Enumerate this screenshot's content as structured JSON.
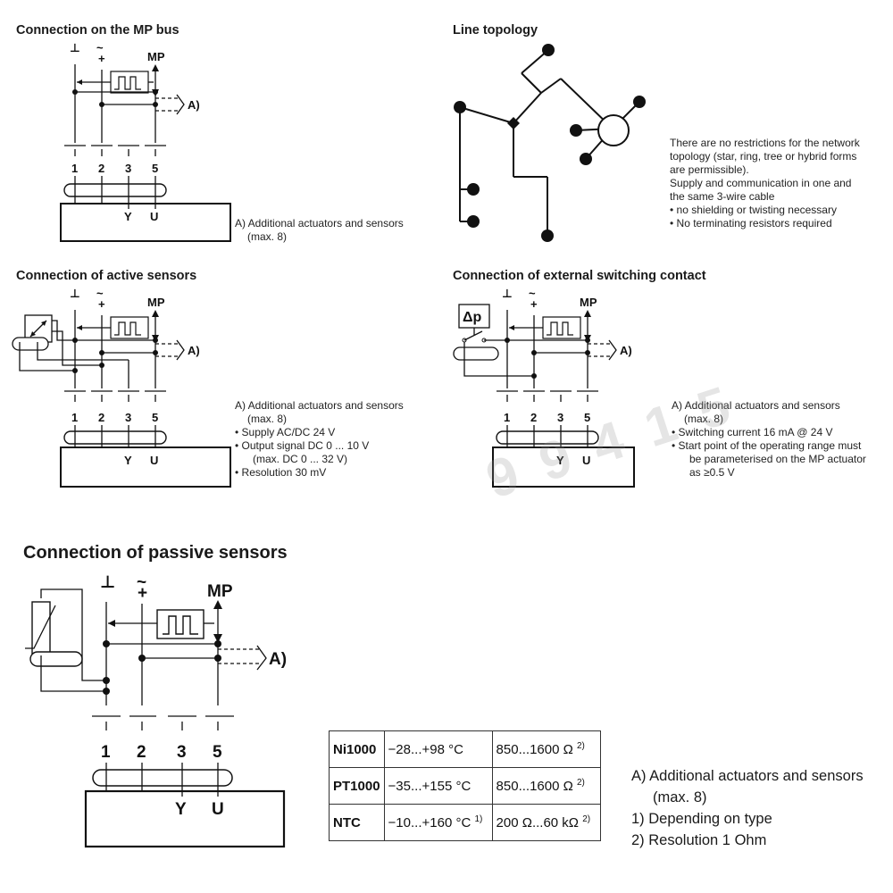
{
  "section_mp_bus": {
    "title": "Connection on the MP bus",
    "note_a_line1": "A) Additional actuators and sensors",
    "note_a_line2": "(max. 8)"
  },
  "section_topology": {
    "title": "Line topology",
    "notes": [
      "There are no restrictions for the network",
      "topology (star, ring, tree or hybrid forms",
      "are permissible).",
      "Supply and communication in one and",
      "the same 3-wire cable"
    ],
    "bullets": [
      "no shielding or twisting necessary",
      "No terminating resistors required"
    ]
  },
  "section_active": {
    "title": "Connection of active sensors",
    "note_a_line1": "A) Additional actuators and sensors",
    "note_a_line2": "(max. 8)",
    "bullets": [
      "Supply AC/DC 24 V",
      "Output signal DC 0 ... 10 V",
      "(max. DC 0 ... 32 V)",
      "Resolution 30 mV"
    ]
  },
  "section_external": {
    "title": "Connection of external switching contact",
    "dp_label": "Δp",
    "note_a_line1": "A) Additional actuators and sensors",
    "note_a_line2": "(max. 8)",
    "bullets": [
      "Switching current 16 mA @ 24 V",
      "Start point of the operating range must",
      "be parameterised on the MP actuator",
      "as ≥0.5 V"
    ]
  },
  "section_passive": {
    "title": "Connection of passive sensors",
    "notes": [
      "A) Additional actuators and sensors",
      "(max. 8)",
      "1) Depending on type",
      "2) Resolution 1 Ohm"
    ],
    "table": [
      [
        "Ni1000",
        "−28...+98 °C",
        "",
        "850...1600 Ω",
        "2)"
      ],
      [
        "PT1000",
        "−35...+155 °C",
        "",
        "850...1600 Ω",
        "2)"
      ],
      [
        "NTC",
        "−10...+160 °C",
        "1)",
        "200 Ω...60 kΩ",
        "2)"
      ]
    ]
  },
  "diagram_labels": {
    "ground": "⊥",
    "supply": "~",
    "plus": "+",
    "mp": "MP",
    "a": "A)",
    "terminals": [
      "1",
      "2",
      "3",
      "5"
    ],
    "y": "Y",
    "u": "U"
  },
  "watermark": "9 9 4 1 5"
}
